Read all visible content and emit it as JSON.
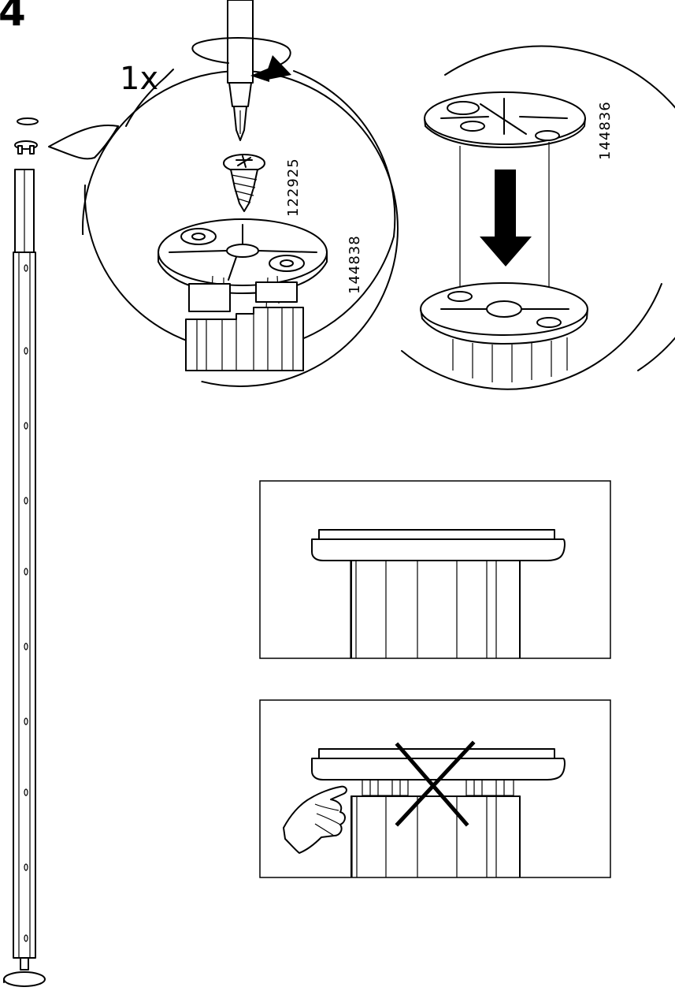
{
  "step": {
    "number": "4"
  },
  "screw_detail": {
    "quantity": "1x",
    "screw_part_number": "122925",
    "cap_part_number": "144838"
  },
  "cap_detail": {
    "cap_part_number": "144836"
  },
  "fit_check": {
    "correct_panel": {},
    "incorrect_panel": {}
  }
}
